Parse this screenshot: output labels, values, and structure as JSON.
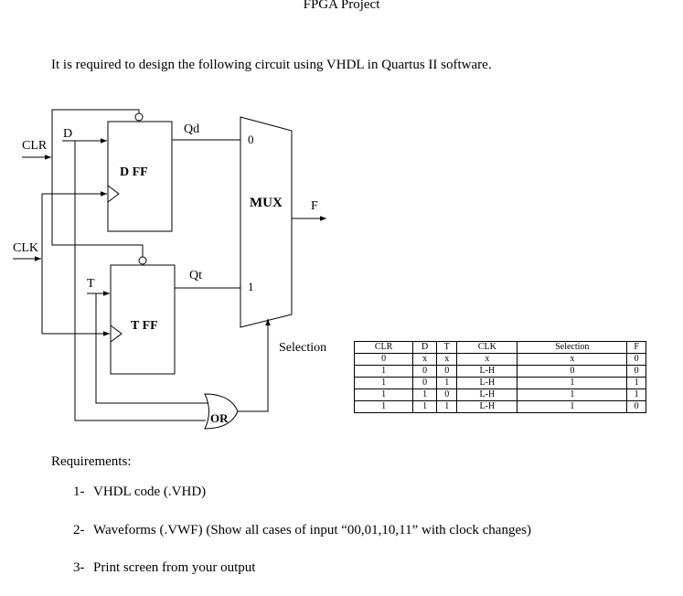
{
  "header": {
    "title": "FPGA Project"
  },
  "intro": "It is required to design the following circuit using VHDL in Quartus II software.",
  "diagram": {
    "clr_label": "CLR",
    "clk_label": "CLK",
    "d_label": "D",
    "t_label": "T",
    "qd_label": "Qd",
    "qt_label": "Qt",
    "dff_label": "D FF",
    "tff_label": "T FF",
    "mux_label": "MUX",
    "mux_in0": "0",
    "mux_in1": "1",
    "f_label": "F",
    "selection_label": "Selection",
    "or_label": "OR"
  },
  "truth_table": {
    "headers": [
      "CLR",
      "D",
      "T",
      "CLK",
      "Selection",
      "F"
    ],
    "rows": [
      [
        "0",
        "x",
        "x",
        "x",
        "x",
        "0"
      ],
      [
        "1",
        "0",
        "0",
        "L-H",
        "0",
        "0"
      ],
      [
        "1",
        "0",
        "1",
        "L-H",
        "1",
        "1"
      ],
      [
        "1",
        "1",
        "0",
        "L-H",
        "1",
        "1"
      ],
      [
        "1",
        "1",
        "1",
        "L-H",
        "1",
        "0"
      ]
    ]
  },
  "requirements": {
    "title": "Requirements:",
    "items": [
      {
        "num": "1-",
        "text": "VHDL code  (.VHD)"
      },
      {
        "num": "2-",
        "text": "Waveforms (.VWF) (Show all cases of input “00,01,10,11” with clock changes)"
      },
      {
        "num": "3-",
        "text": "Print screen from your output"
      }
    ]
  }
}
